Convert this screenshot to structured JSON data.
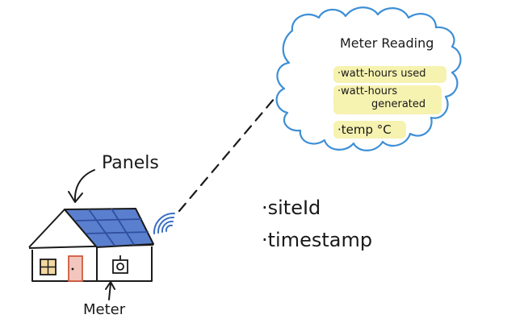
{
  "labels": {
    "panels": "Panels",
    "meter": "Meter"
  },
  "cloud": {
    "title": "Meter Reading",
    "items": [
      "·watt-hours used",
      "·watt-hours",
      "generated",
      "·temp °C"
    ]
  },
  "payload_fields": [
    "·siteId",
    "·timestamp"
  ],
  "colors": {
    "ink": "#1a1a1a",
    "cloud_outline": "#3d8fd6",
    "highlight": "#f6f2b0",
    "panel_fill": "#5b7fcf",
    "panel_lines": "#2f4f9c",
    "window_fill": "#f3d9a0",
    "door_fill": "#f2c6bd",
    "signal_blue": "#3a6fc2"
  },
  "icons": [
    "wifi-signal-icon",
    "meter-icon",
    "window-icon",
    "door-icon"
  ]
}
